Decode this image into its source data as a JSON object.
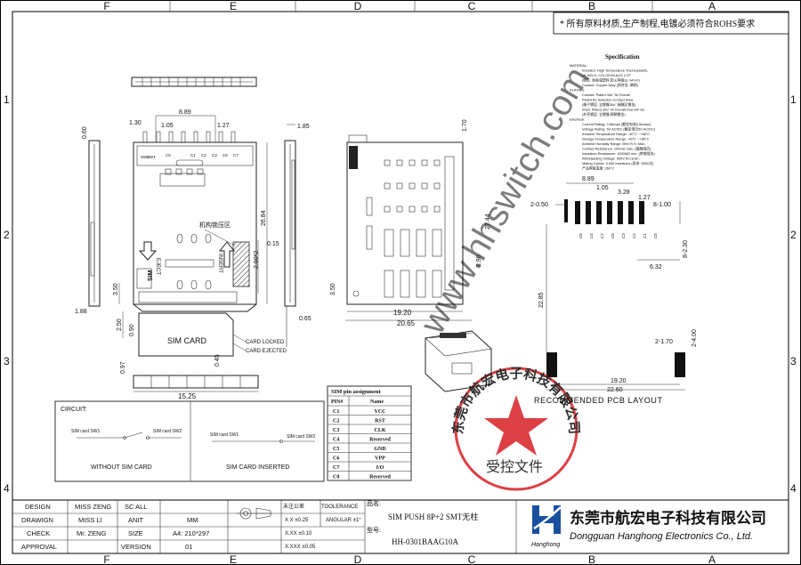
{
  "grid": {
    "top_letters": [
      "F",
      "E",
      "D",
      "C",
      "B",
      "A"
    ],
    "side_numbers": [
      "1",
      "2",
      "3",
      "4"
    ]
  },
  "note": "* 所有原料材质,生产制程,电镀必须符合ROHS要求",
  "watermark": "www.hhswitch.com",
  "spec": {
    "title": "Specification",
    "lines": [
      "MATERIAL:",
      "Insulator: High Temperature Thermoplastic,",
      "UL 94V-0, COLOR:BLACK LCP",
      "(胶芯: 耐高温塑料,防火等级UL 94V-0)",
      "Contact: Copper Alloy (铜合金: 磷铜)",
      "PLATING:",
      "Contact: Plated 30u\" Ni Overall",
      "Plated Au Selective Contact Area",
      "(端子镀层: 全镀镍30u\",接触区镀金)",
      "Shell: Plated 30u\" Ni Overall,Pad G/F Au",
      "(外壳镀层: 全镀镍,焊脚镀金)",
      "Electrical:",
      "Current Rating: 0.5Amps (额定电流0.5Amps)",
      "Voltage Rating: 5V AC/DC (额定电压5V AC/DC)",
      "Ambient Temperature Range: -40°C ~+85°C",
      "Storage Temperature Range: -40°C ~+85°C",
      "Ambient Humidity Range: 95% R.H. Max.",
      "Contact Resistance: 100mΩ max. (接触阻抗)",
      "Insulation Resistance: 1000MΩ min. (绝缘阻抗)",
      "Withstanding Voltage: 500V AC/1min.",
      "Mating Cycles: 5,000 Insertions (寿命: 5000次)",
      "产品焊接温度: 260°C"
    ]
  },
  "dims": {
    "front_top_width": "8.89",
    "front_pitch": "1.05",
    "front_pitch2": "1.27",
    "front_left_edge": "1.30",
    "front_height": "26.84",
    "front_eject": "2.90*2",
    "front_bottom_lip": "3.50",
    "front_card_in": "2.50",
    "front_card_step": "0.90",
    "front_card_ext": "0.97",
    "front_bottom_width": "15.25",
    "front_shell": "0.45",
    "side_left_top": "0.60",
    "side_left_bottom": "1.88",
    "side_right_top": "1.85",
    "side_right_mid": "0.15",
    "side_right_bottom": "0.65",
    "side_right_lip": "3.50",
    "back_height": "1.70",
    "back_total_h": "27.44",
    "back_pin_step": "2.90",
    "back_width": "19.20",
    "back_total_w": "20.65",
    "pcb_top_width": "8.89",
    "pcb_pitch": "1.05",
    "pcb_3_28": "3.28",
    "pcb_1_27": "1.27",
    "pcb_left_pad": "2-0.50",
    "pcb_right_pad": "8-1.00",
    "pcb_pad_len": "8-2.30",
    "pcb_6_32": "6.32",
    "pcb_22_85": "22.85",
    "pcb_shell_pad": "2-1.70",
    "pcb_shell_pad_len": "2-4.00",
    "pcb_19_20": "19.20",
    "pcb_22_60": "22.60"
  },
  "labels": {
    "mechanism": "机构锁压区",
    "eject": "EJECT",
    "insert": "INSERT",
    "sim": "SIM",
    "sim_card": "SIM CARD",
    "sim_card_small": "SIM CARD",
    "card_locked": "CARD LOCKED",
    "card_ejected": "CARD EJECTED",
    "pcb_layout": "RECOMMENDED PCB LAYOUT",
    "front_pins": [
      "SW2",
      "SW1",
      "C5",
      "C1",
      "C2",
      "C3",
      "C6",
      "C7"
    ],
    "pcb_pins": [
      "C8",
      "C4",
      "C7",
      "C6",
      "C3",
      "C2",
      "C1",
      "C5"
    ]
  },
  "circuit": {
    "title": "CIRCUIT:",
    "sw1": "SIM card SW1",
    "sw2": "SIM card SW2",
    "sw1b": "SIM card SW1",
    "sw2b": "SIM card SW2",
    "without": "WITHOUT SIM CARD",
    "inserted": "SIM CARD INSERTED"
  },
  "pin_table": {
    "title": "SIM pin assignment",
    "headers": [
      "PIN#",
      "Name"
    ],
    "rows": [
      [
        "C1",
        "VCC"
      ],
      [
        "C2",
        "RST"
      ],
      [
        "C3",
        "CLK"
      ],
      [
        "C4",
        "Reserved"
      ],
      [
        "C5",
        "GND"
      ],
      [
        "C6",
        "VPP"
      ],
      [
        "C7",
        "I/O"
      ],
      [
        "C8",
        "Reserved"
      ]
    ]
  },
  "stamp": {
    "ring": "东莞市航宏电子科技有限公司",
    "center": "受控文件"
  },
  "title_block": {
    "design_label": "DESIGN",
    "design_value": "MISS ZENG",
    "drawing_label": "DRAWIGN",
    "drawing_value": "MISS LI",
    "check_label": "CHECK",
    "check_value": "Mr. ZENG",
    "approval_label": "APPROVAL",
    "approval_value": "",
    "scale_label": "SC ALL",
    "scale_value": "",
    "unit_label": "ANIT",
    "unit_value": "MM",
    "size_label": "SIZE",
    "size_value": "A4: 210*297",
    "version_label": "VERSION",
    "version_value": "01",
    "tolerance_note": "未注公差",
    "tolerance_label": "TOOLERANCE",
    "tol1": "X  X ±0.25",
    "tol2": "X.XX ±0.10",
    "tol3": "X.XXX ±0.05",
    "angular": "ANGULAR ±1°",
    "product_label": "品名:",
    "product_value": "SIM PUSH 8P+2 SMT无柱",
    "model_label": "型号:",
    "model_value": "HH-0301BAAG10A",
    "company_cn": "东莞市航宏电子科技有限公司",
    "company_en": "Dongguan Hanghong Electronics Co., Ltd.",
    "logo_text": "Hanghong",
    "brand_color": "#1a4fa0",
    "stamp_color": "#d8262b"
  }
}
